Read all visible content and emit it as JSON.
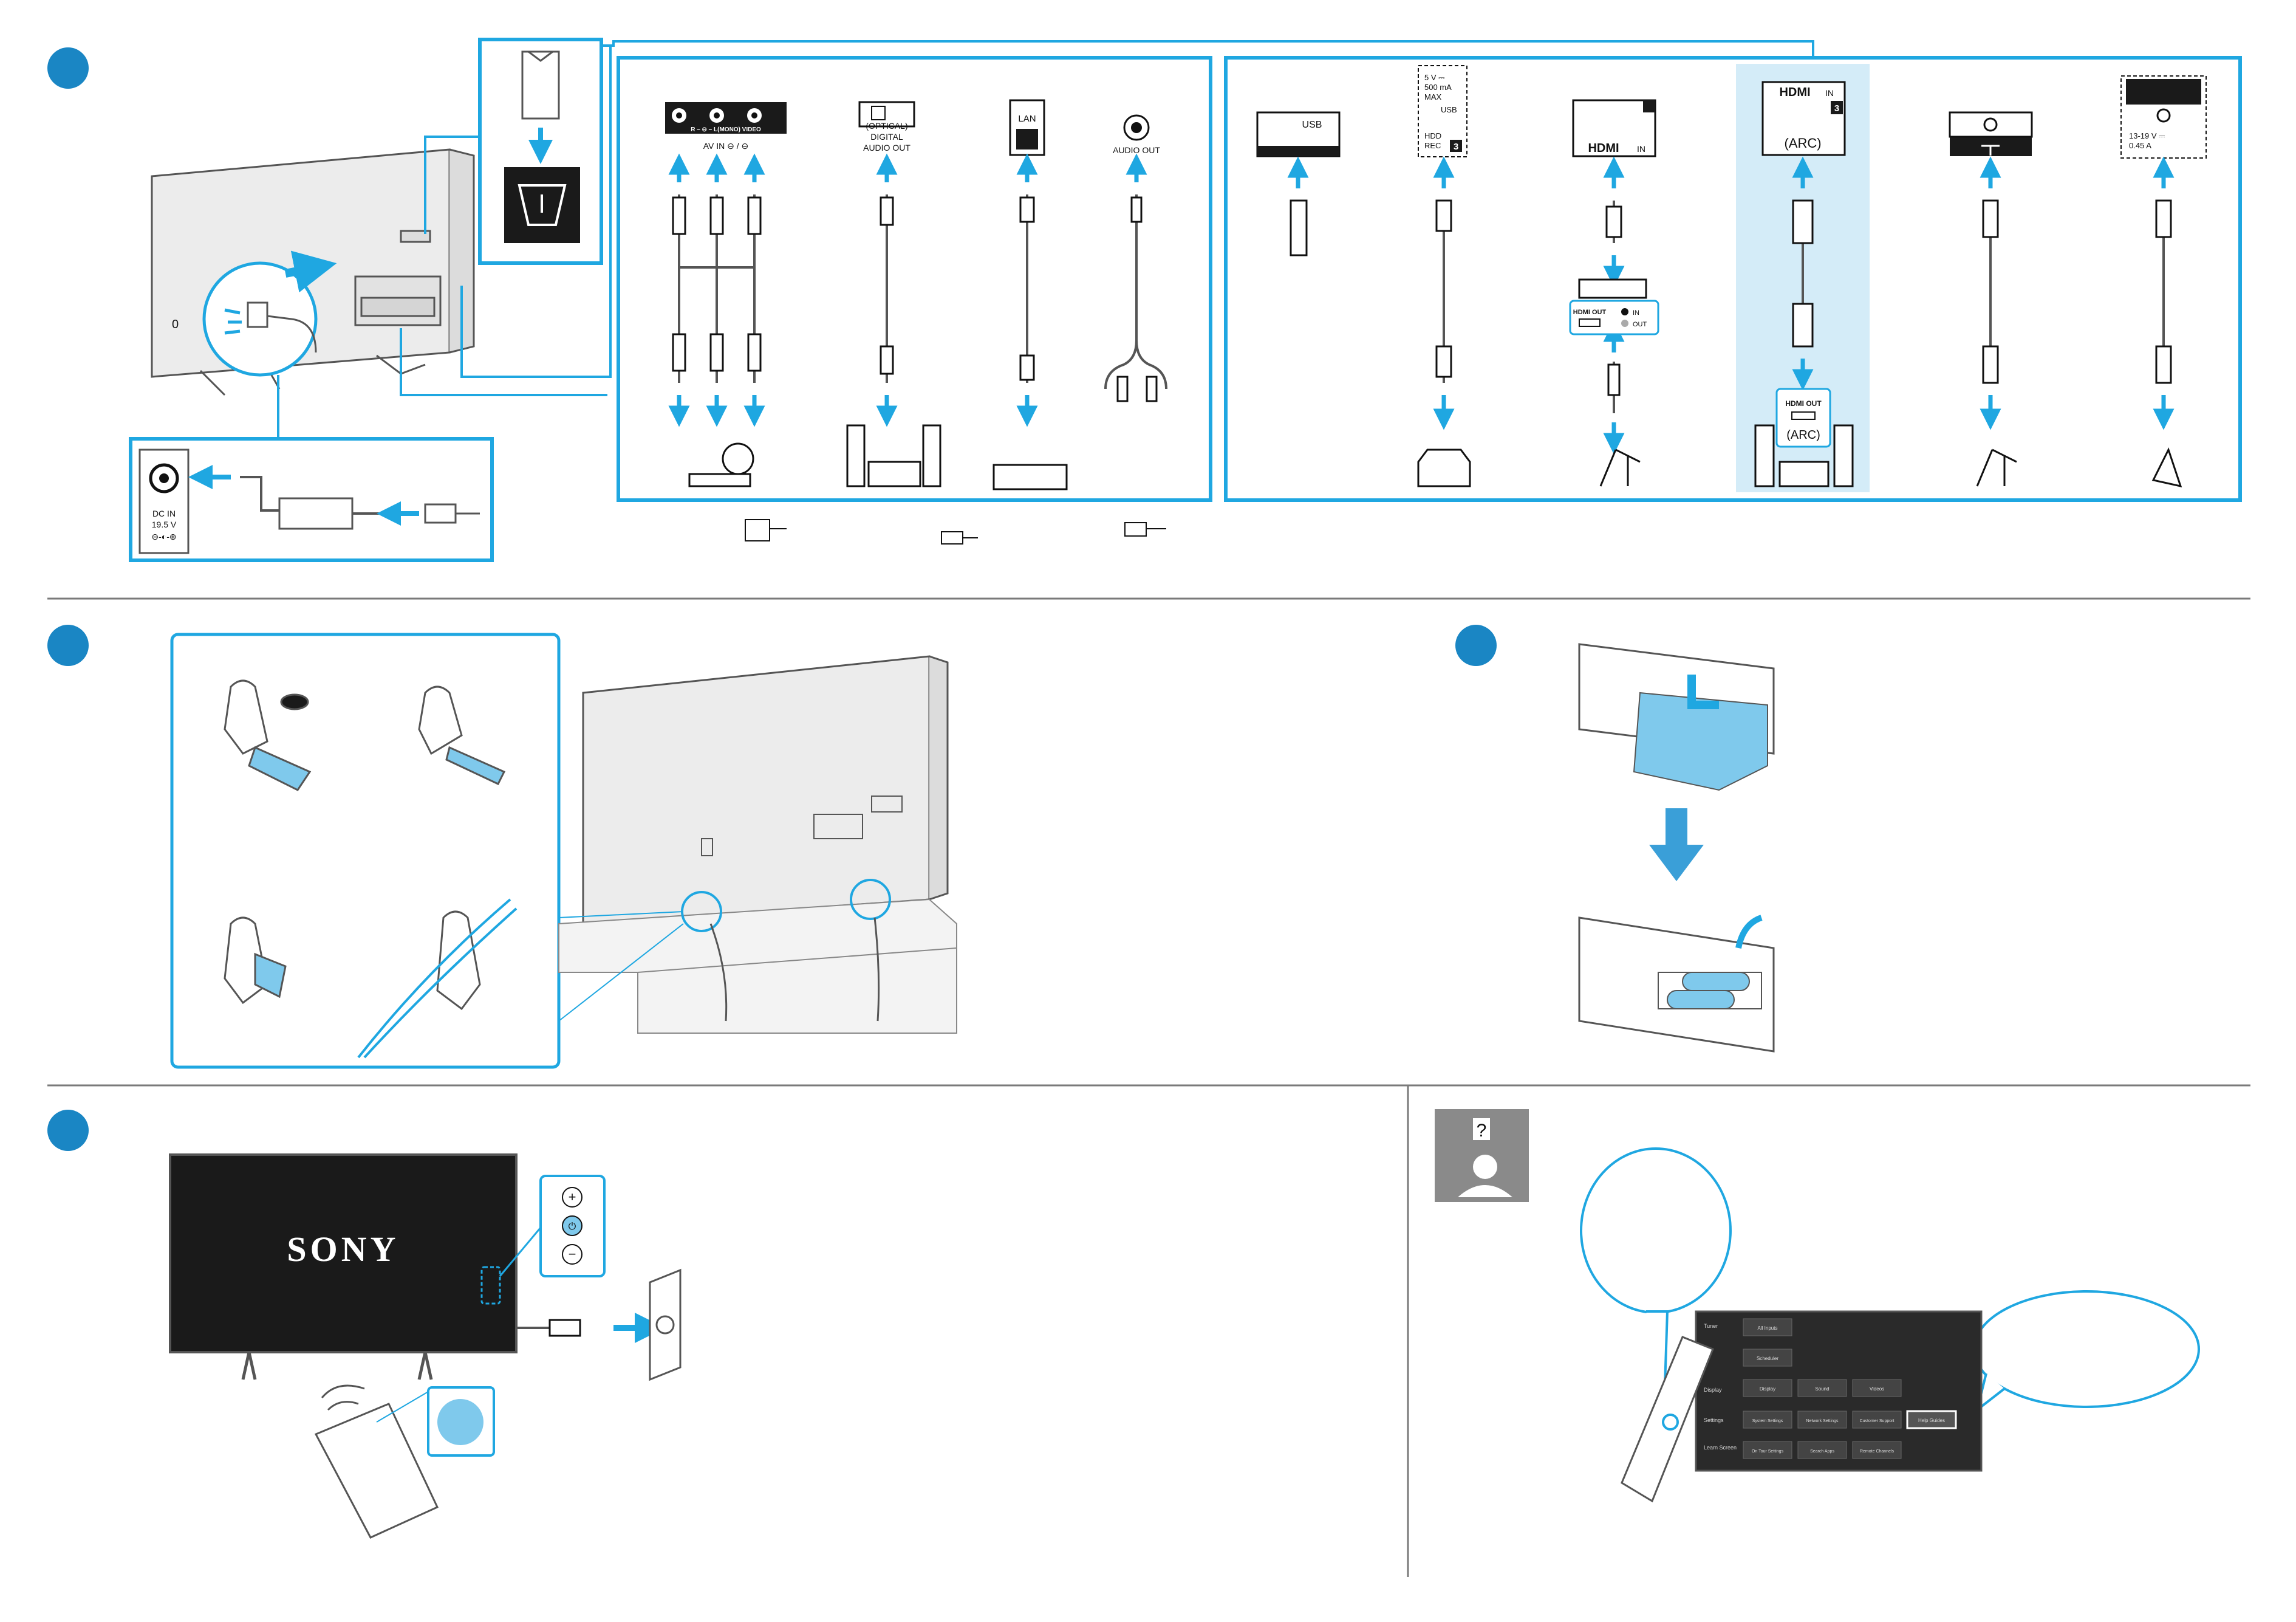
{
  "colors": {
    "accent": "#1fa7e1",
    "step_dot": "#1a86c4",
    "highlight_bg": "#d4ecf8",
    "line_gray": "#7a7a7a",
    "tv_fill": "#ececec"
  },
  "ports_left": {
    "av_in": {
      "top": "R – ⊖ – L(MONO)   VIDEO",
      "bottom": "AV IN    ⊖ / ⊖"
    },
    "optical": {
      "line1": "(OPTICAL)",
      "line2": "DIGITAL",
      "line3": "AUDIO OUT"
    },
    "lan": {
      "label": "LAN"
    },
    "audio_out": {
      "label": "AUDIO OUT"
    }
  },
  "ports_right": {
    "usb1": {
      "label": "USB"
    },
    "usb2": {
      "line1": "5 V ⎓",
      "line2": "500 mA",
      "line3": "MAX",
      "line4": "USB",
      "line5": "HDD",
      "line6": "REC",
      "num": "3"
    },
    "hdmi_in": {
      "brand": "HDMI",
      "suffix": "IN"
    },
    "hdmi_arc": {
      "brand": "HDMI",
      "suffix": "IN",
      "num": "3",
      "arc": "(ARC)"
    },
    "satellite": {
      "line1": "13-19 V ⎓",
      "line2": "0.45 A"
    }
  },
  "stb": {
    "hdmi_out": "HDMI OUT",
    "in": "IN",
    "out": "OUT"
  },
  "soundbar": {
    "hdmi_out": "HDMI OUT",
    "arc": "(ARC)"
  },
  "power": {
    "dc_in_line1": "DC IN",
    "dc_in_line2": "19.5 V",
    "polarity": "⊖-◐-⊕"
  },
  "tv_logo": "SONY",
  "help_icon": "?",
  "help_menu": {
    "rows": [
      "Tuner",
      "",
      "Display",
      "Settings",
      "Learn\nScreen"
    ],
    "buttons": [
      [
        "All Inputs"
      ],
      [
        "Scheduler"
      ],
      [
        "Display",
        "Sound",
        "Videos"
      ],
      [
        "System Settings",
        "Network Settings",
        "Customer Support",
        "Help Guides"
      ],
      [
        "On Tour Settings",
        "Search Apps",
        "Remote Channels"
      ]
    ]
  }
}
